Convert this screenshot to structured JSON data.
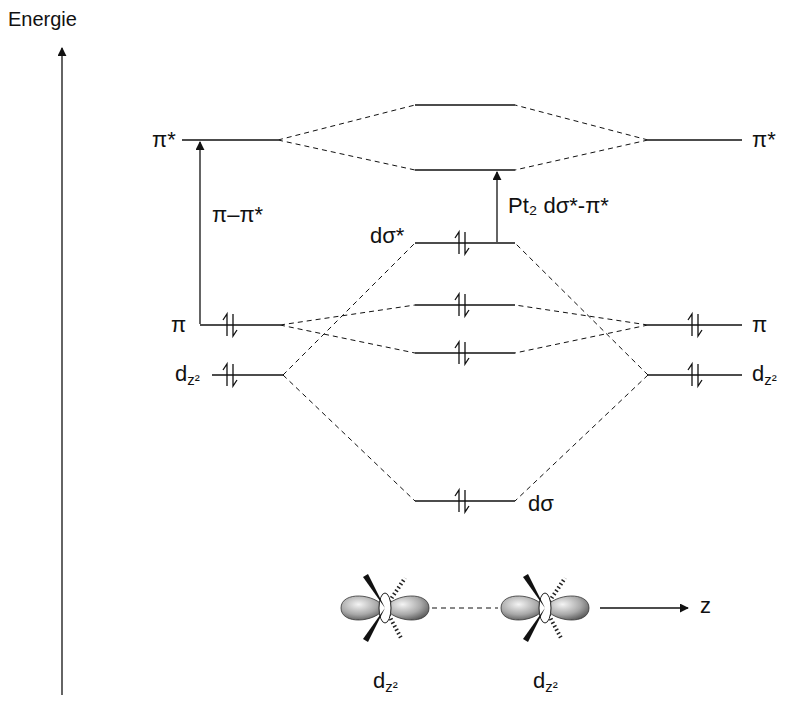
{
  "diagram": {
    "labels": [
      "Energie",
      "π*",
      "π*",
      "π–π*",
      "Pt₂ dσ*-π*",
      "dσ*",
      "π",
      "π",
      "dz²",
      "dz²",
      "dσ",
      "dz²",
      "dz²",
      "z"
    ]
  }
}
